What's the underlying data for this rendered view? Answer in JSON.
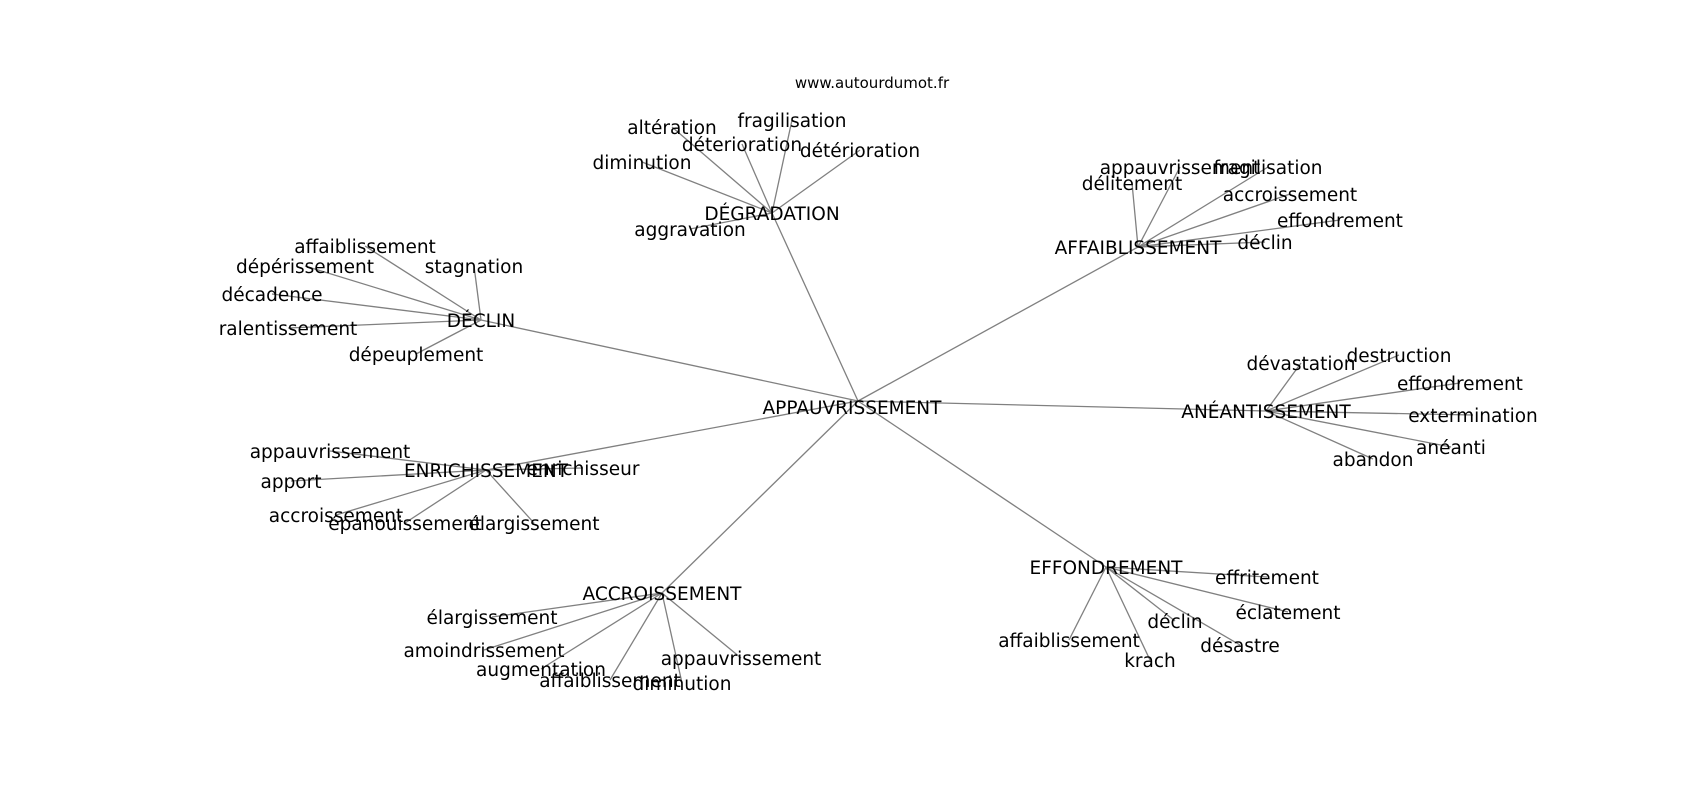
{
  "site": "www.autourdumot.fr",
  "center": "APPAUVRISSEMENT",
  "clusters": [
    {
      "hub": "DÉGRADATION",
      "leaves": [
        "altération",
        "fragilisation",
        "déterioration",
        "détérioration",
        "diminution",
        "aggravation"
      ]
    },
    {
      "hub": "AFFAIBLISSEMENT",
      "leaves": [
        "appauvrissement",
        "fragilisation",
        "délitement",
        "accroissement",
        "effondrement",
        "déclin"
      ]
    },
    {
      "hub": "DÉCLIN",
      "leaves": [
        "affaiblissement",
        "stagnation",
        "dépérissement",
        "décadence",
        "ralentissement",
        "dépeuplement"
      ]
    },
    {
      "hub": "ANÉANTISSEMENT",
      "leaves": [
        "dévastation",
        "destruction",
        "effondrement",
        "extermination",
        "anéanti",
        "abandon"
      ]
    },
    {
      "hub": "ENRICHISSEMENT",
      "leaves": [
        "appauvrissement",
        "enrichisseur",
        "apport",
        "accroissement",
        "épanouissement",
        "élargissement"
      ]
    },
    {
      "hub": "EFFONDREMENT",
      "leaves": [
        "effritement",
        "éclatement",
        "déclin",
        "désastre",
        "affaiblissement",
        "krach"
      ]
    },
    {
      "hub": "ACCROISSEMENT",
      "leaves": [
        "élargissement",
        "amoindrissement",
        "augmentation",
        "affaiblissement",
        "diminution",
        "appauvrissement"
      ]
    }
  ]
}
